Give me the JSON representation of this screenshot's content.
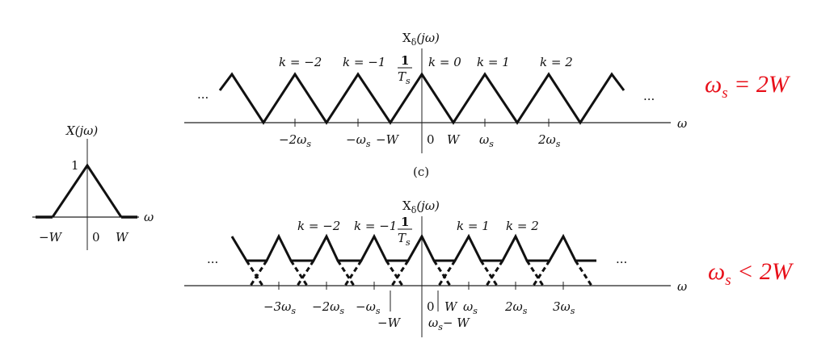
{
  "left_plot": {
    "title": "X(jω)",
    "peak_label": "1",
    "axis_label": "ω",
    "ticks": [
      "−W",
      "0",
      "W"
    ]
  },
  "top_plot": {
    "title": "X_δ(jω)",
    "title_main": "X",
    "title_sub": "δ",
    "title_tail": "(jω)",
    "k_labels": [
      "k = −2",
      "k = −1",
      "k = 0",
      "k = 1",
      "k = 2"
    ],
    "peak_frac_num": "1",
    "peak_frac_den": "T",
    "peak_frac_den_sub": "s",
    "ellipsis_left": "...",
    "ellipsis_right": "...",
    "axis_label": "ω",
    "ticks": [
      "−2ω",
      "−ω",
      "−W",
      "0",
      "W",
      "ω",
      "2ω"
    ],
    "caption": "(c)",
    "condition": "ω",
    "condition_sub": "s",
    "condition_rest": " = 2W"
  },
  "bottom_plot": {
    "title_main": "X",
    "title_sub": "δ",
    "title_tail": "(jω)",
    "k_labels": [
      "k = −2",
      "k = −1",
      "k = 1",
      "k = 2"
    ],
    "peak_frac_num": "1",
    "peak_frac_den": "T",
    "peak_frac_den_sub": "s",
    "ellipsis_left": "...",
    "ellipsis_right": "...",
    "axis_label": "ω",
    "ticks": [
      "−3ω",
      "−2ω",
      "−ω",
      "0",
      "W",
      "ω",
      "2ω",
      "3ω"
    ],
    "tick_minus_W": "−W",
    "tick_ws_minus_W": "ω",
    "tick_ws_minus_W_sub": "s",
    "tick_ws_minus_W_rest": "− W",
    "condition": "ω",
    "condition_sub": "s",
    "condition_rest": " < 2W"
  },
  "colors": {
    "condition_red": "#e8101a",
    "ink": "#111111"
  }
}
